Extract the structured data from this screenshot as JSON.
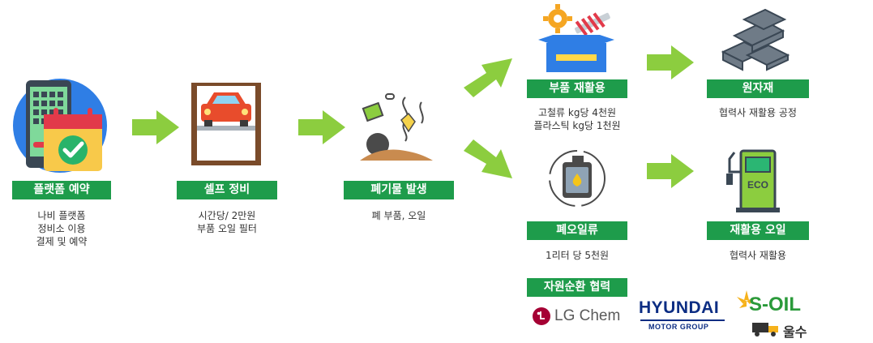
{
  "steps": {
    "reservation": {
      "label": "플랫폼 예약",
      "lines": [
        "나비 플랫폼",
        "정비소 이용",
        "결제 및 예약"
      ]
    },
    "self_service": {
      "label": "셀프 정비",
      "lines": [
        "시간당/ 2만원",
        "부품 오일 필터"
      ]
    },
    "waste": {
      "label": "폐기물 발생",
      "lines": [
        "폐 부품, 오일"
      ]
    },
    "parts": {
      "label": "부품 재활용",
      "lines": [
        "고철류 kg당 4천원",
        "플라스틱 kg당 1천원"
      ]
    },
    "raw": {
      "label": "원자재",
      "lines": [
        "협력사 재활용 공정"
      ]
    },
    "oil": {
      "label": "폐오일류",
      "lines": [
        "1리터 당 5천원"
      ]
    },
    "recycled_oil": {
      "label": "재활용 오일",
      "lines": [
        "협력사 재활용"
      ],
      "eco_text": "ECO"
    }
  },
  "partners": {
    "label": "자원순환 협력",
    "lg": {
      "text": "LG Chem"
    },
    "hyundai": {
      "name": "HYUNDAI",
      "sub": "MOTOR GROUP"
    },
    "soil": {
      "name": "S-OIL",
      "sub": "울수"
    }
  },
  "colors": {
    "label_bg": "#1e9c4b",
    "arrow": "#8ccd3f"
  }
}
